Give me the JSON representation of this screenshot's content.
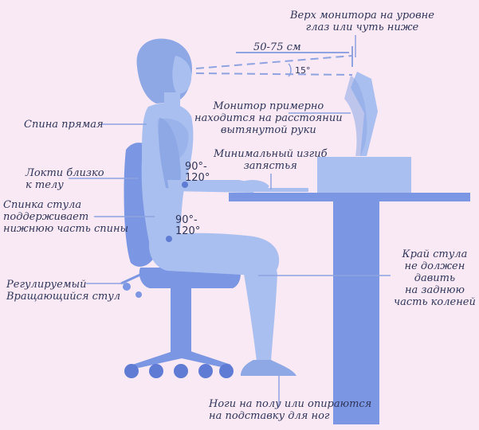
{
  "labels": {
    "monitor_top": [
      "Верх монитора на уровне",
      "глаз или чуть ниже"
    ],
    "distance": "50-75 см",
    "tilt": "15°",
    "monitor_distance": [
      "Монитор примерно",
      "находится на расстоянии",
      "вытянутой руки"
    ],
    "back": "Спина прямая",
    "wrist": [
      "Минимальный изгиб",
      "запястья"
    ],
    "elbows": [
      "Локти близко",
      "к телу"
    ],
    "backrest": [
      "Спинка стула",
      "поддерживает",
      "нижнюю часть спины"
    ],
    "chair": [
      "Регулируемый",
      "Вращающийся стул"
    ],
    "seat_edge": [
      "Край стула",
      "не должен",
      "давить",
      "на заднюю",
      "часть коленей"
    ],
    "feet": [
      "Ноги на полу или опираются",
      "на подставку для ног"
    ]
  },
  "angles": {
    "elbow": [
      "90°-",
      "120°"
    ],
    "hip": [
      "90°-",
      "120°"
    ]
  },
  "colors": {
    "background": "#f9e9f4",
    "person": "#a9bff0",
    "person_dark": "#8ea8e6",
    "furniture": "#7b96e3",
    "furniture_dark": "#5f7bd4",
    "text": "#2f3559",
    "line": "#8ea3e0"
  }
}
